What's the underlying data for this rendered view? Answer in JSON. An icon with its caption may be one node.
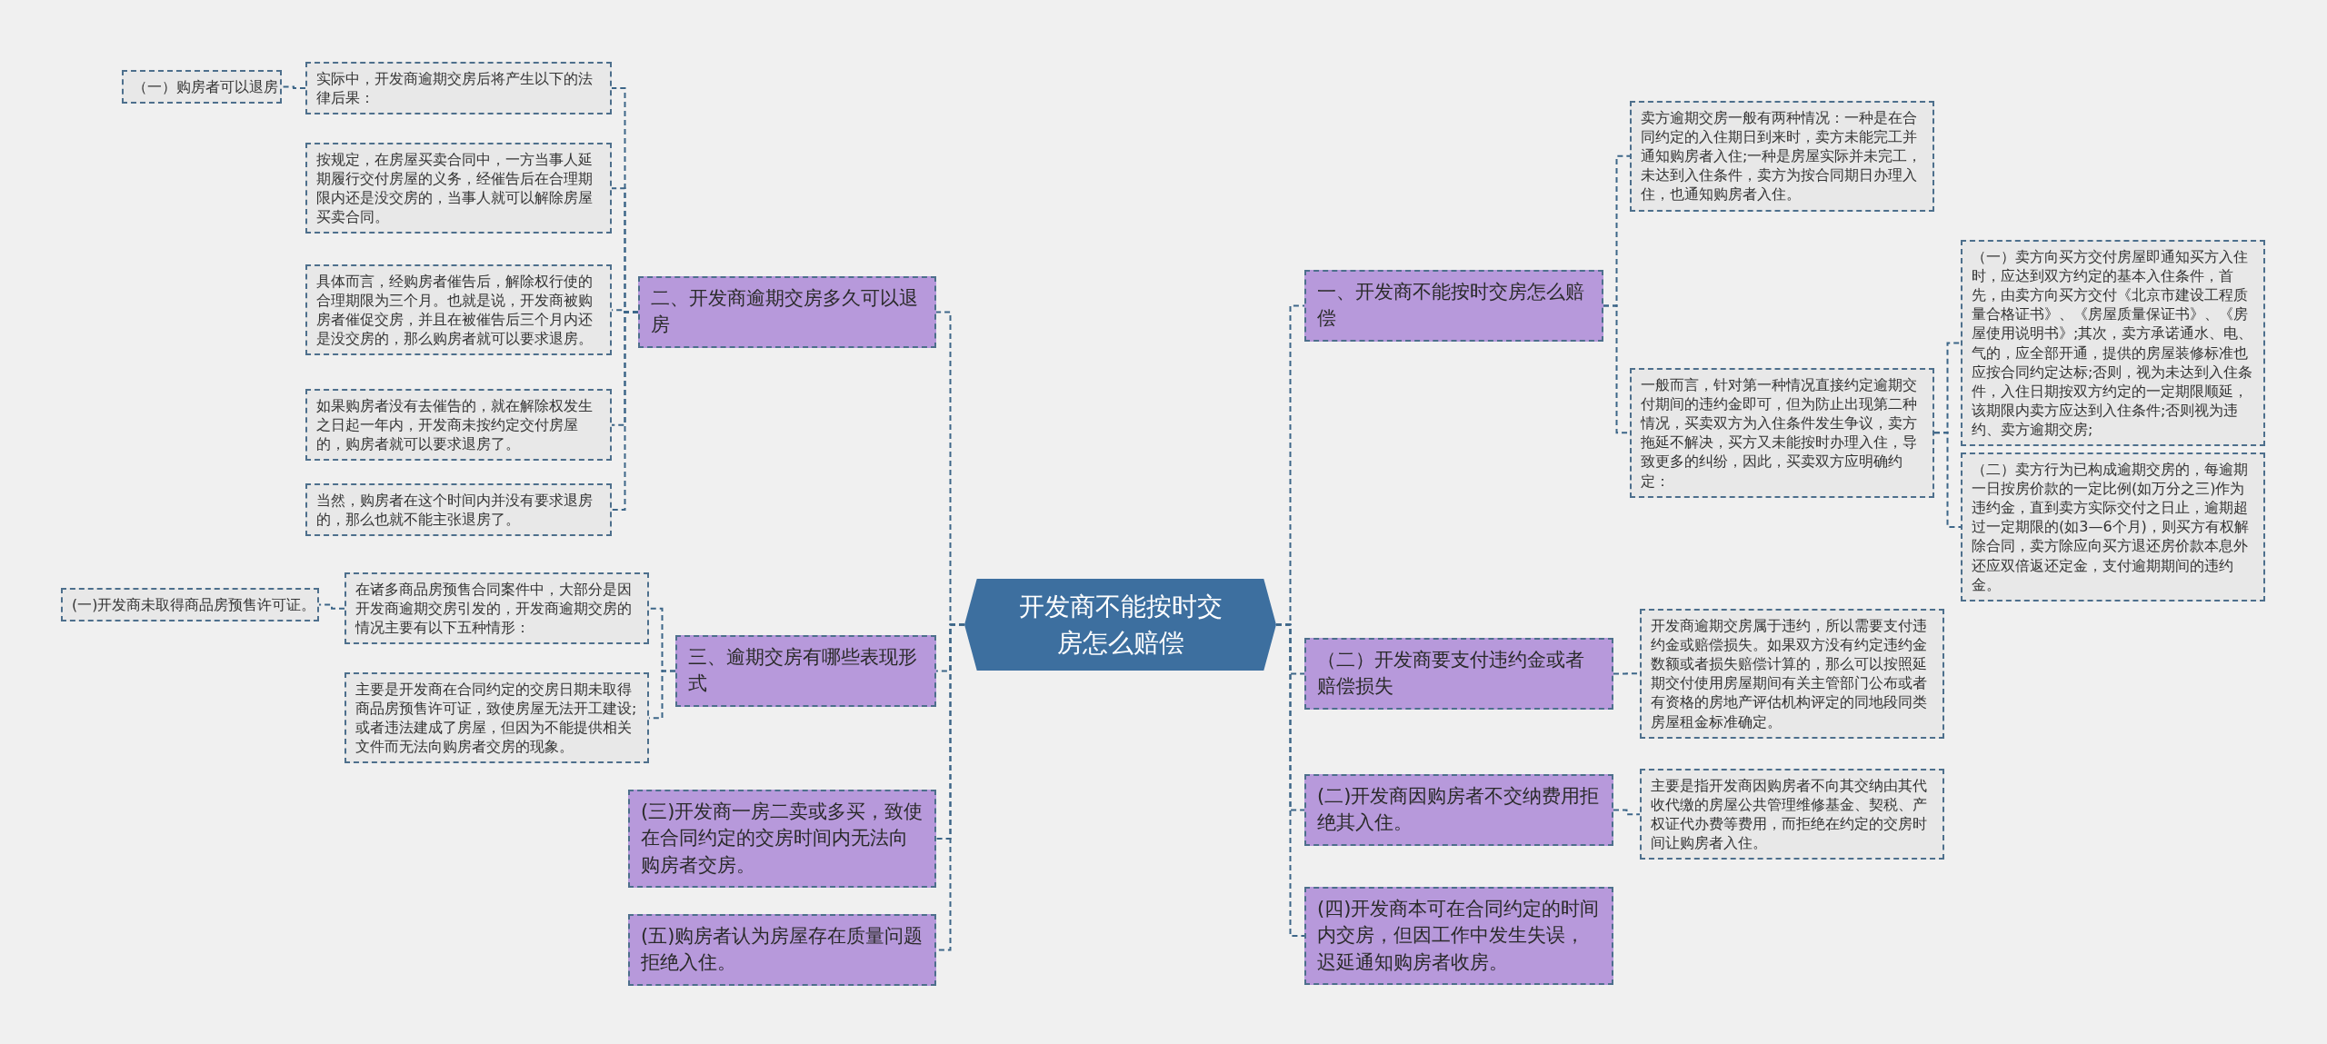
{
  "diagram": {
    "nodes": [
      {
        "text": [
          "开发商不能按时交房怎么赔偿"
        ]
      },
      {
        "text": [
          "一、开发商不能按时交房怎么赔偿"
        ]
      },
      {
        "text": [
          "卖方逾期交房一般有两种情况：一种是在合同约定的入住期日到来时，卖方未能完工并通知购房者入住;一种是房屋实际并未完工，未达到入住条件，卖方为按合同期日办理入住，也通知购房者入住。"
        ]
      },
      {
        "text": [
          "一般而言，针对第一种情况直接约定逾期交付期间的违约金即可，但为防止出现第二种情况，买卖双方为入住条件发生争议，卖方拖延不解决，买方又未能按时办理入住，导致更多的纠纷，因此，买卖双方应明确约定："
        ]
      },
      {
        "text": [
          "（一）卖方向买方交付房屋即通知买方入住时，应达到双方约定的基本入住条件，首先，由卖方向买方交付《北京市建设工程质量合格证书》、《房屋质量保证书》、《房屋使用说明书》;其次，卖方承诺通水、电、气的，应全部开通，提供的房屋装修标准也应按合同约定达标;否则，视为未达到入住条件，入住日期按双方约定的一定期限顺延，该期限内卖方应达到入住条件;否则视为违约、卖方逾期交房;"
        ]
      },
      {
        "text": [
          "（二）卖方行为已构成逾期交房的，每逾期一日按房价款的一定比例(如万分之三)作为违约金，直到卖方实际交付之日止，逾期超过一定期限的(如3—6个月)，则买方有权解除合同，卖方除应向买方退还房价款本息外还应双倍返还定金，支付逾期期间的违约金。"
        ]
      },
      {
        "text": [
          "（二）开发商要支付违约金或者赔偿损失"
        ]
      },
      {
        "text": [
          "开发商逾期交房属于违约，所以需要支付违约金或赔偿损失。如果双方没有约定违约金数额或者损失赔偿计算的，那么可以按照延期交付使用房屋期间有关主管部门公布或者有资格的房地产评估机构评定的同地段同类房屋租金标准确定。"
        ]
      },
      {
        "text": [
          "(二)开发商因购房者不交纳费用拒绝其入住。"
        ]
      },
      {
        "text": [
          "主要是指开发商因购房者不向其交纳由其代收代缴的房屋公共管理维修基金、契税、产权证代办费等费用，而拒绝在约定的交房时间让购房者入住。"
        ]
      },
      {
        "text": [
          "(四)开发商本可在合同约定的时间内交房，但因工作中发生失误，迟延通知购房者收房。"
        ]
      },
      {
        "text": [
          "二、开发商逾期交房多久可以退房"
        ]
      },
      {
        "text": [
          "实际中，开发商逾期交房后将产生以下的法律后果："
        ]
      },
      {
        "text": [
          "（一）购房者可以退房"
        ]
      },
      {
        "text": [
          "按规定，在房屋买卖合同中，一方当事人延期履行交付房屋的义务，经催告后在合理期限内还是没交房的，当事人就可以解除房屋买卖合同。"
        ]
      },
      {
        "text": [
          "具体而言，经购房者催告后，解除权行使的合理期限为三个月。也就是说，开发商被购房者催促交房，并且在被催告后三个月内还是没交房的，那么购房者就可以要求退房。"
        ]
      },
      {
        "text": [
          "如果购房者没有去催告的，就在解除权发生之日起一年内，开发商未按约定交付房屋的，购房者就可以要求退房了。"
        ]
      },
      {
        "text": [
          "当然，购房者在这个时间内并没有要求退房的，那么也就不能主张退房了。"
        ]
      },
      {
        "text": [
          "三、逾期交房有哪些表现形式"
        ]
      },
      {
        "text": [
          "在诸多商品房预售合同案件中，大部分是因开发商逾期交房引发的，开发商逾期交房的情况主要有以下五种情形："
        ]
      },
      {
        "text": [
          "(一)开发商未取得商品房预售许可证。"
        ]
      },
      {
        "text": [
          "主要是开发商在合同约定的交房日期未取得商品房预售许可证，致使房屋无法开工建设;或者违法建成了房屋，但因为不能提供相关文件而无法向购房者交房的现象。"
        ]
      },
      {
        "text": [
          "(三)开发商一房二卖或多买，致使在合同约定的交房时间内无法向购房者交房。"
        ]
      },
      {
        "text": [
          "(五)购房者认为房屋存在质量问题拒绝入住。"
        ]
      }
    ],
    "edges": [
      {
        "from": 0,
        "to": 1,
        "arrow": "none"
      },
      {
        "from": 1,
        "to": 2,
        "arrow": "none"
      },
      {
        "from": 1,
        "to": 3,
        "arrow": "none"
      },
      {
        "from": 3,
        "to": 4,
        "arrow": "none"
      },
      {
        "from": 3,
        "to": 5,
        "arrow": "none"
      },
      {
        "from": 0,
        "to": 6,
        "arrow": "none"
      },
      {
        "from": 6,
        "to": 7,
        "arrow": "none"
      },
      {
        "from": 0,
        "to": 8,
        "arrow": "none"
      },
      {
        "from": 8,
        "to": 9,
        "arrow": "none"
      },
      {
        "from": 0,
        "to": 10,
        "arrow": "none"
      },
      {
        "from": 0,
        "to": 11,
        "arrow": "none"
      },
      {
        "from": 11,
        "to": 12,
        "arrow": "none"
      },
      {
        "from": 12,
        "to": 13,
        "arrow": "none"
      },
      {
        "from": 11,
        "to": 14,
        "arrow": "none"
      },
      {
        "from": 11,
        "to": 15,
        "arrow": "none"
      },
      {
        "from": 11,
        "to": 16,
        "arrow": "none"
      },
      {
        "from": 11,
        "to": 17,
        "arrow": "none"
      },
      {
        "from": 0,
        "to": 18,
        "arrow": "none"
      },
      {
        "from": 18,
        "to": 19,
        "arrow": "none"
      },
      {
        "from": 19,
        "to": 20,
        "arrow": "none"
      },
      {
        "from": 18,
        "to": 21,
        "arrow": "none"
      },
      {
        "from": 0,
        "to": 22,
        "arrow": "none"
      },
      {
        "from": 0,
        "to": 23,
        "arrow": "none"
      }
    ]
  }
}
